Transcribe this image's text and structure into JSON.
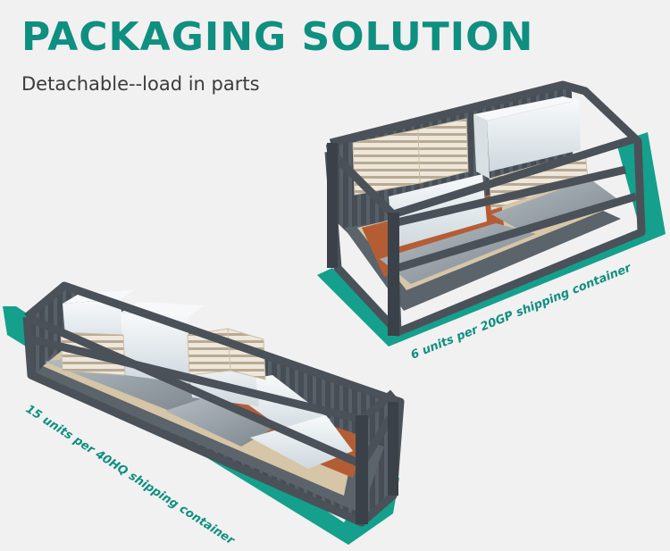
{
  "header": {
    "title": "PACKAGING SOLUTION",
    "subtitle": "Detachable--load in parts"
  },
  "containers": {
    "small": {
      "label": "6 units per 20GP shipping  container"
    },
    "large": {
      "label": "15 units  per 40HQ shipping  container"
    }
  },
  "colors": {
    "accent": "#0f8f80",
    "container": "#4c535b",
    "container_dark": "#2f353b",
    "shadow": "#0fa691",
    "panel_light": "#e7ecef",
    "panel_blue": "#d6dfe5",
    "wood": "#b6603a",
    "insulation": "#d9c9ad"
  }
}
